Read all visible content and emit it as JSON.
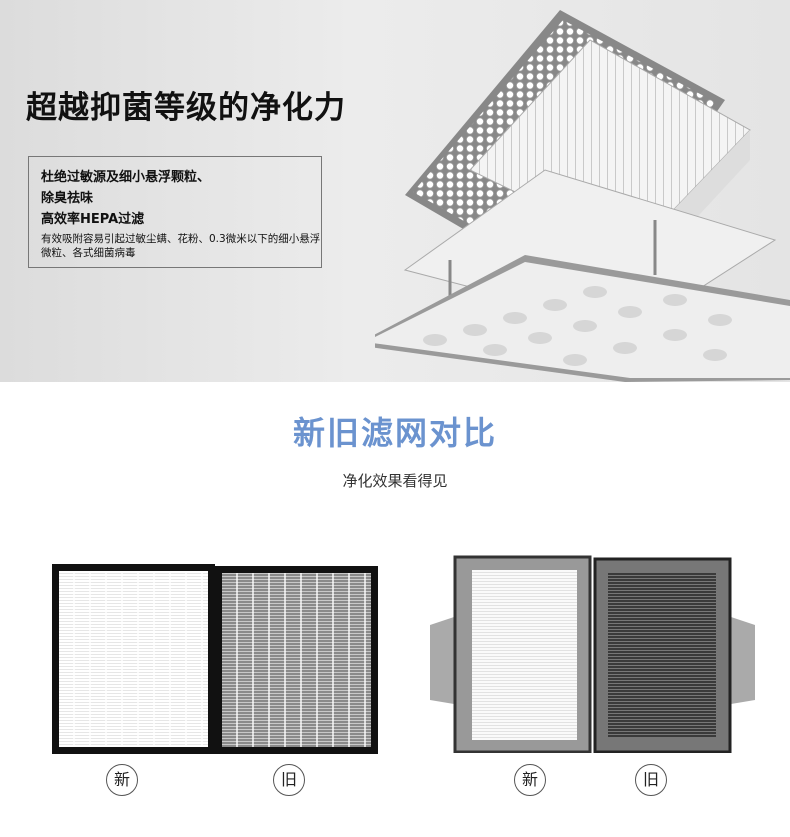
{
  "hero": {
    "title": "超越抑菌等级的净化力",
    "features": [
      "杜绝过敏源及细小悬浮颗粒、",
      "除臭祛味",
      "高效率HEPA过滤"
    ],
    "description": "有效吸附容易引起过敏尘螨、花粉、0.3微米以下的细小悬浮微粒、各式细菌病毒"
  },
  "comparison": {
    "heading": "新旧滤网对比",
    "subheading": "净化效果看得见",
    "labels": {
      "new": "新",
      "old": "旧"
    }
  },
  "colors": {
    "heading": "#6b93cf"
  }
}
